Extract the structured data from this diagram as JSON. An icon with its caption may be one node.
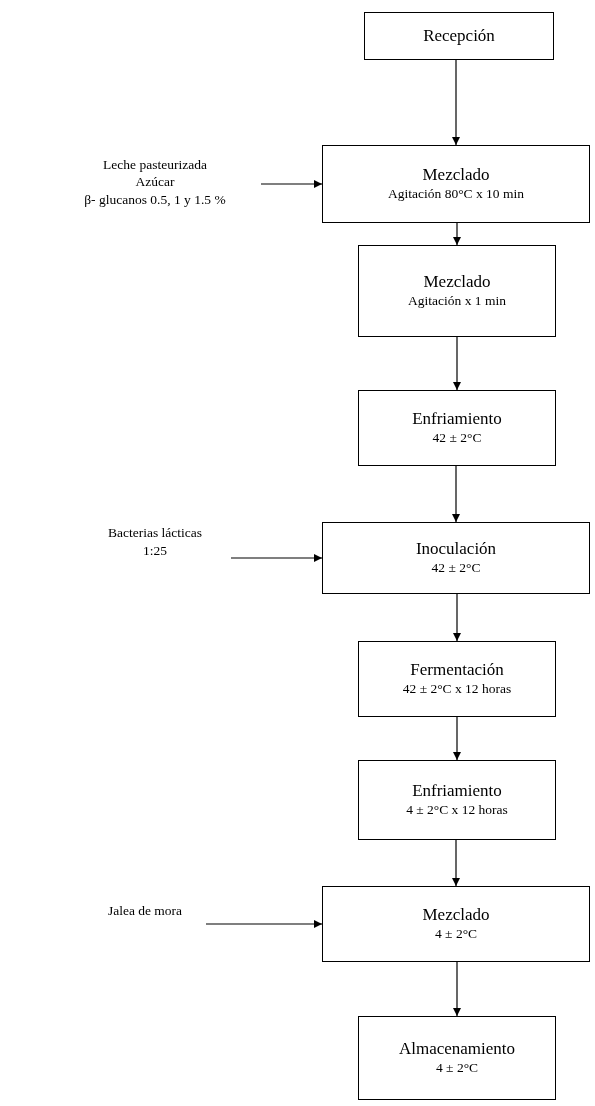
{
  "diagram": {
    "nodes": [
      {
        "text": [
          "Recepción"
        ]
      },
      {
        "text": [
          "Leche pasteurizada",
          "Azúcar",
          "β- glucanos 0.5, 1 y 1.5 %"
        ]
      },
      {
        "text": [
          "Mezclado",
          "Agitación 80°C x  10 min"
        ]
      },
      {
        "text": [
          "Mezclado",
          "Agitación x 1 min"
        ]
      },
      {
        "text": [
          "Enfriamiento",
          "42 ± 2°C"
        ]
      },
      {
        "text": [
          "Bacterias lácticas",
          "1:25"
        ]
      },
      {
        "text": [
          "Inoculación",
          "42 ± 2°C"
        ]
      },
      {
        "text": [
          "Fermentación",
          "42 ± 2°C x 12 horas"
        ]
      },
      {
        "text": [
          "Enfriamiento",
          "4 ± 2°C x 12 horas"
        ]
      },
      {
        "text": [
          "Jalea de mora"
        ]
      },
      {
        "text": [
          "Mezclado",
          "4 ± 2°C"
        ]
      },
      {
        "text": [
          "Almacenamiento",
          "4 ± 2°C"
        ]
      }
    ],
    "edges": [
      {
        "from": 0,
        "to": 2,
        "arrow": "to"
      },
      {
        "from": 1,
        "to": 2,
        "arrow": "to"
      },
      {
        "from": 2,
        "to": 3,
        "arrow": "to"
      },
      {
        "from": 3,
        "to": 4,
        "arrow": "to"
      },
      {
        "from": 4,
        "to": 6,
        "arrow": "to"
      },
      {
        "from": 5,
        "to": 6,
        "arrow": "to"
      },
      {
        "from": 6,
        "to": 7,
        "arrow": "to"
      },
      {
        "from": 7,
        "to": 8,
        "arrow": "to"
      },
      {
        "from": 8,
        "to": 10,
        "arrow": "to"
      },
      {
        "from": 9,
        "to": 10,
        "arrow": "to"
      },
      {
        "from": 10,
        "to": 11,
        "arrow": "to"
      }
    ]
  }
}
